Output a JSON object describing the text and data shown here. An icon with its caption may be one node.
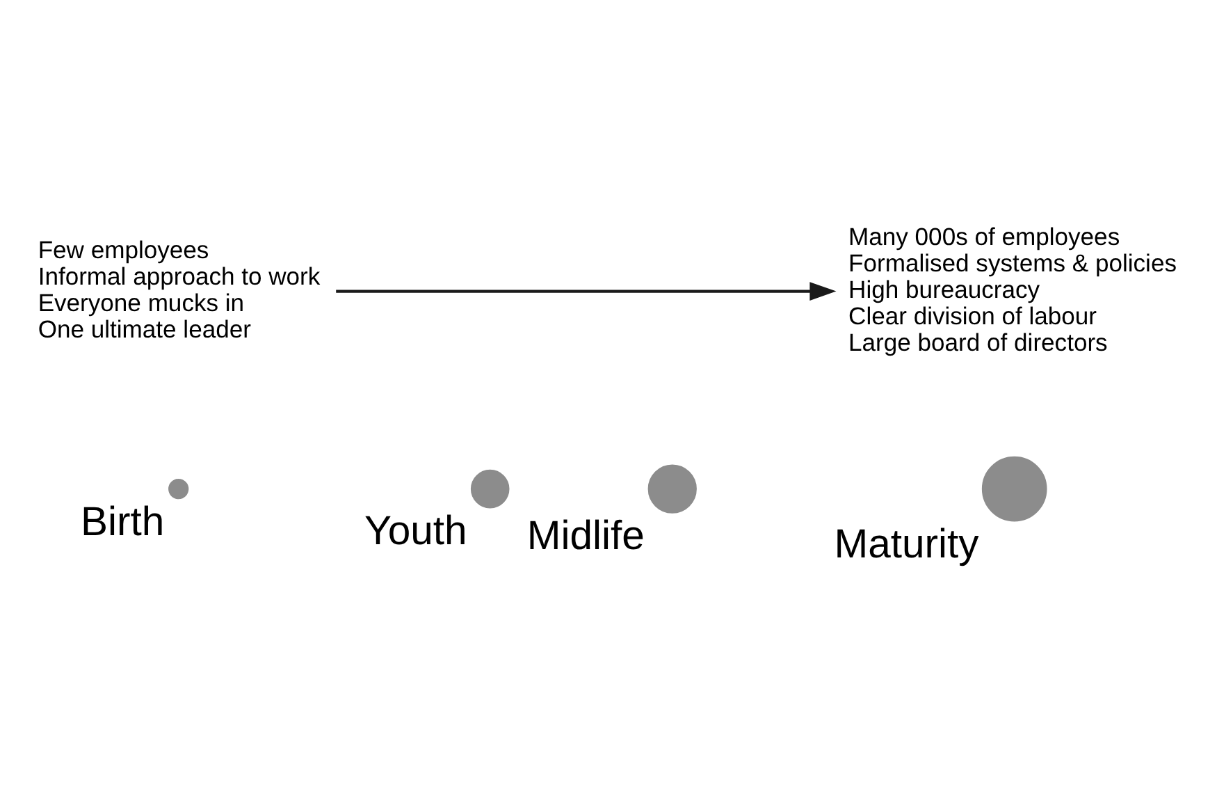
{
  "diagram": {
    "nodes": [
      {
        "text": [
          "Birth"
        ]
      },
      {
        "text": [
          "Youth"
        ]
      },
      {
        "text": [
          "Midlife"
        ]
      },
      {
        "text": [
          "Maturity"
        ]
      },
      {
        "text": [
          "Few employees",
          "Informal approach to work",
          "Everyone mucks in",
          "One ultimate leader"
        ]
      },
      {
        "text": [
          "Many 000s of employees",
          "Formalised systems & policies",
          "High bureaucracy",
          "Clear division of labour",
          "Large board of directors"
        ]
      }
    ],
    "edges": [
      {
        "from": 4,
        "to": 5,
        "arrow": "to"
      }
    ]
  }
}
